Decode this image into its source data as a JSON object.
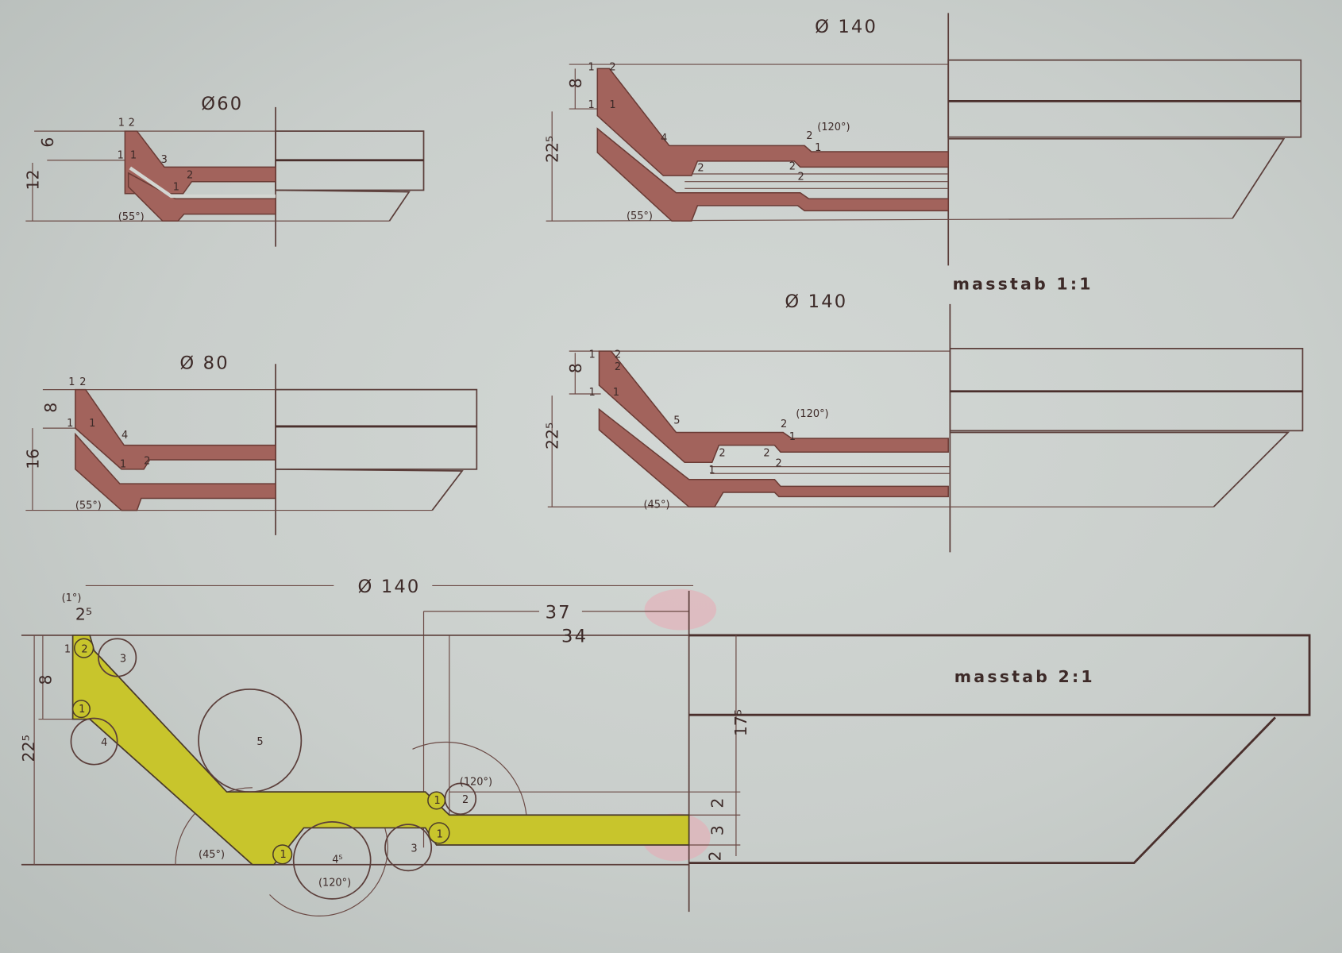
{
  "drawing": {
    "panel_d60": {
      "title": "Ø60",
      "dim_6": "6",
      "dim_12": "12",
      "angle": "(55°)",
      "marks": [
        "1",
        "2",
        "1",
        "1",
        "3",
        "2",
        "1"
      ]
    },
    "panel_d140_a": {
      "title": "Ø 140",
      "dim_8": "8",
      "dim_22_5": "22⁵",
      "angle": "(55°)",
      "angle_top": "(120°)",
      "marks": [
        "1",
        "2",
        "1",
        "1",
        "4",
        "2",
        "2",
        "2",
        "2",
        "1"
      ]
    },
    "panel_d80": {
      "title": "Ø 80",
      "dim_8": "8",
      "dim_16": "16",
      "angle": "(55°)",
      "marks": [
        "1",
        "2",
        "1",
        "1",
        "4",
        "1",
        "2"
      ]
    },
    "panel_d140_b": {
      "title": "Ø 140",
      "dim_8": "8",
      "dim_22_5": "22⁵",
      "angle": "(45°)",
      "angle_top": "(120°)",
      "marks": [
        "1",
        "2",
        "2",
        "1",
        "1",
        "5",
        "2",
        "2",
        "2",
        "2",
        "1",
        "1"
      ]
    },
    "scale_1_1": "masstab 1:1",
    "detail": {
      "title": "Ø 140",
      "dim_37": "37",
      "dim_34": "34",
      "dim_2_5": "2⁵",
      "angle_1": "(1°)",
      "dim_8": "8",
      "dim_22_5": "22⁵",
      "dim_17_5": "17⁵",
      "dim_2a": "2",
      "dim_3": "3",
      "dim_2b": "2",
      "angle_45": "(45°)",
      "angle_120a": "(120°)",
      "angle_120b": "(120°)",
      "radius_labels": [
        "3",
        "4",
        "5",
        "4⁵",
        "3",
        "2"
      ],
      "small_marks": [
        "1",
        "2",
        "1",
        "1",
        "1",
        "1"
      ],
      "scale": "masstab 2:1"
    }
  },
  "colors": {
    "paper": "#c9cecb",
    "line": "#5b3e3a",
    "profile_brown": "#a2635c",
    "profile_yellow": "#c8c52c",
    "smudge": "#e9a9b4"
  }
}
